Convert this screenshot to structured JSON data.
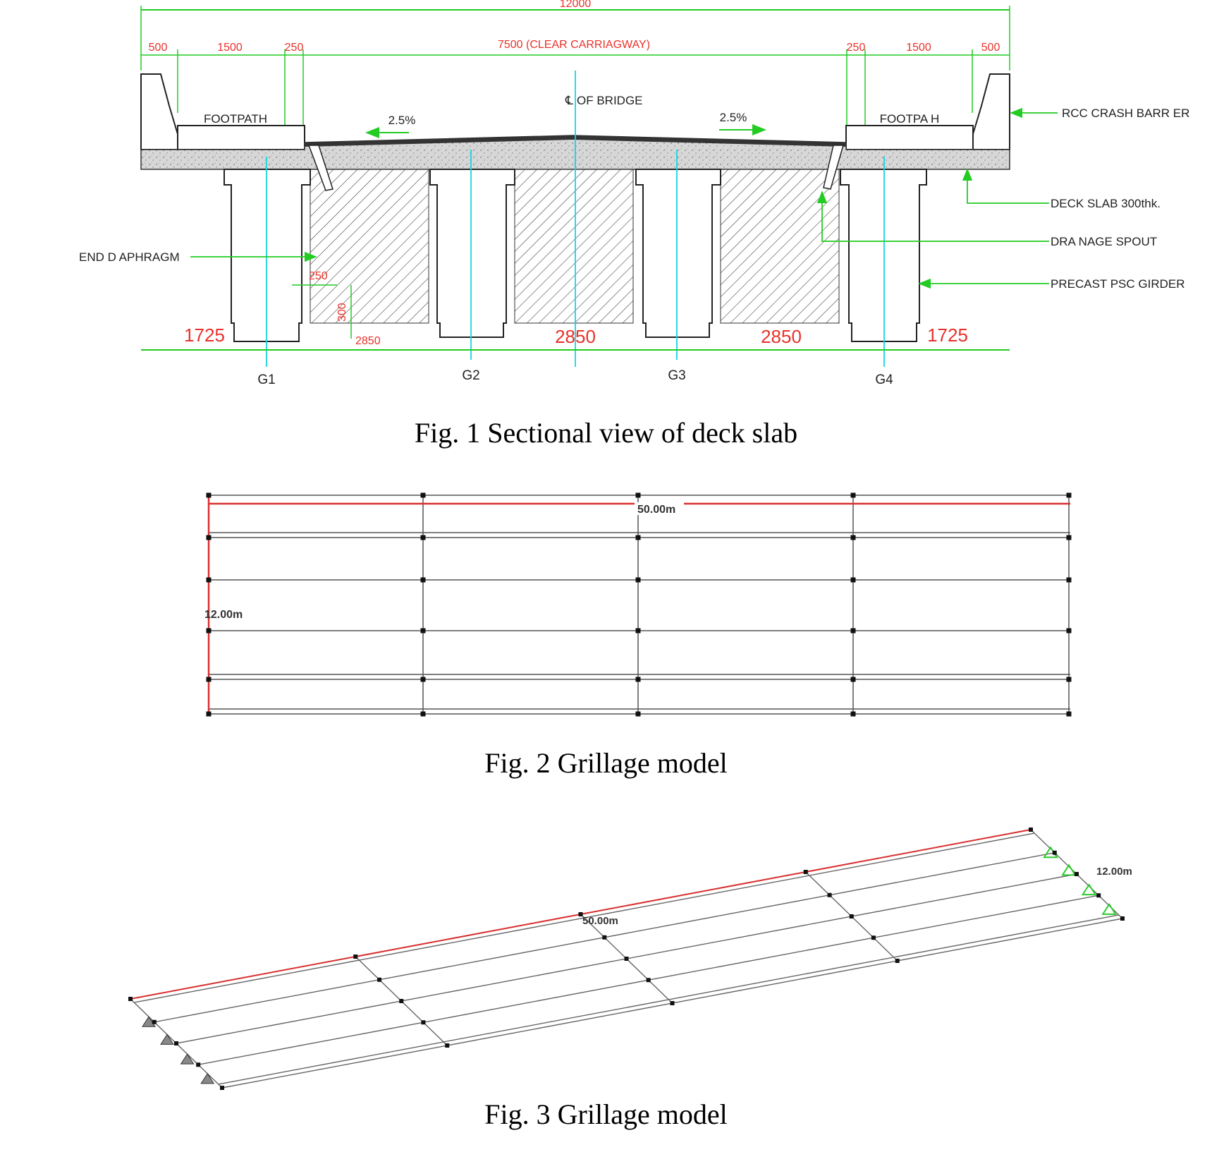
{
  "figures": [
    {
      "caption": "Fig. 1 Sectional view of deck slab",
      "dimensions": {
        "overall": "12000",
        "top_segments": [
          "500",
          "1500",
          "250",
          "250",
          "1500",
          "500"
        ],
        "carriageway": "7500 (CLEAR CARRIAGWAY)",
        "bottom_segments": [
          "1725",
          "2850",
          "2850",
          "1725"
        ],
        "diaphragm_w": "250",
        "diaphragm_h": "300",
        "diaphragm_span": "2850"
      },
      "labels": {
        "footpath_left": "FOOTPATH",
        "footpath_right": "FOOTPA H",
        "centerline": "OF BRIDGE",
        "camber_left": "2.5%",
        "camber_right": "2.5%",
        "crash_barrier": "RCC CRASH BARR ER",
        "deck_slab": "DECK SLAB 300thk.",
        "drainage_spout": "DRA NAGE SPOUT",
        "girder": "PRECAST PSC GIRDER",
        "end_diaphragm": "END D APHRAGM"
      },
      "girders": [
        "G1",
        "G2",
        "G3",
        "G4"
      ],
      "colors": {
        "dimension": "#e8322b",
        "leader": "#22cc22",
        "centerline": "#16d3e0"
      }
    },
    {
      "caption": "Fig. 2 Grillage model",
      "length_label": "50.00m",
      "width_label": "12.00m"
    },
    {
      "caption": "Fig. 3 Grillage model",
      "length_label": "50.00m",
      "width_label": "12.00m"
    }
  ]
}
